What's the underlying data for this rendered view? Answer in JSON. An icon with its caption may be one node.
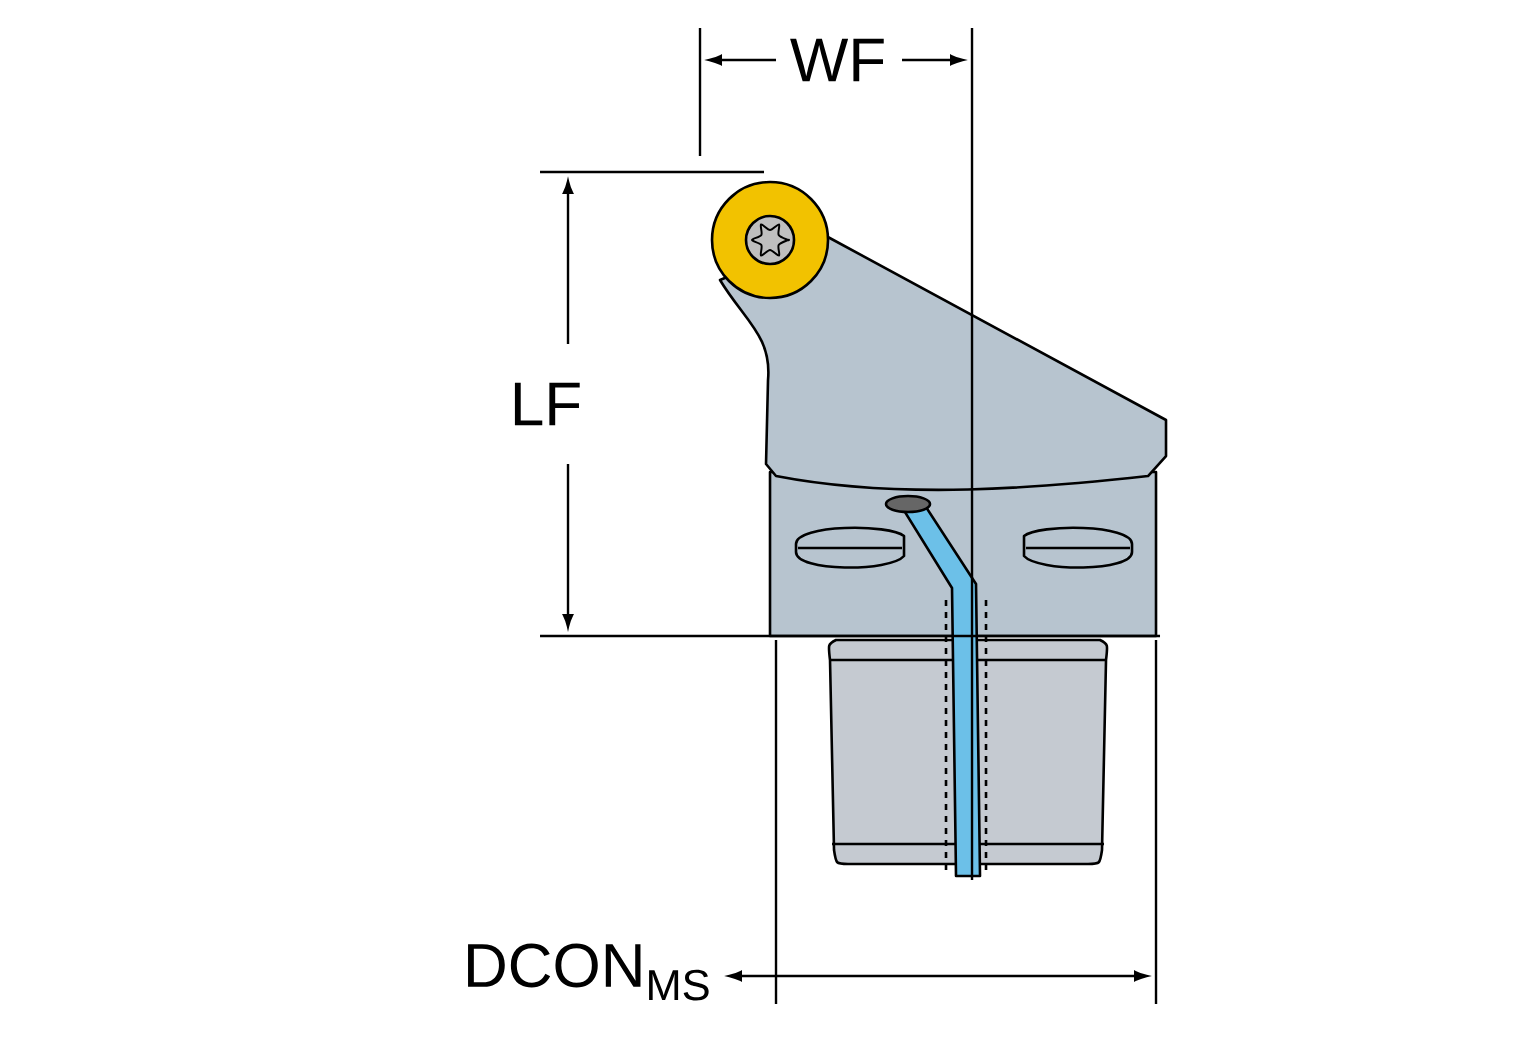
{
  "diagram": {
    "labels": [
      "WF",
      "LF",
      "DCON$_{MS}$"
    ]
  }
}
